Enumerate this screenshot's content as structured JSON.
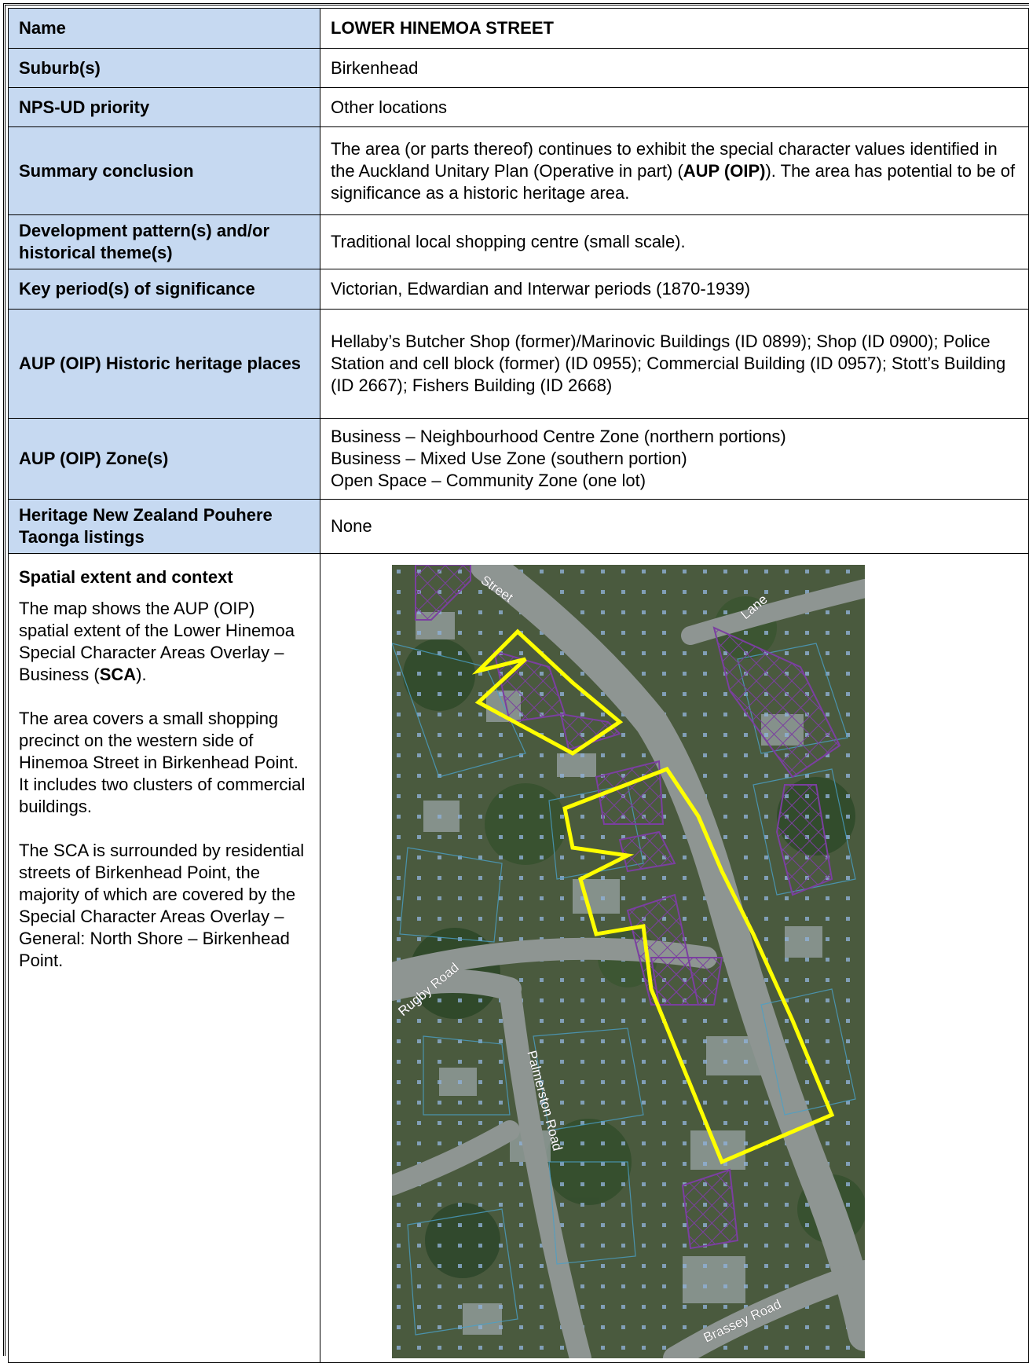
{
  "rows": {
    "name": {
      "label": "Name",
      "value": "LOWER HINEMOA STREET"
    },
    "suburb": {
      "label": "Suburb(s)",
      "value": "Birkenhead"
    },
    "nps": {
      "label": "NPS-UD priority",
      "value": "Other locations"
    },
    "summary": {
      "label": "Summary conclusion",
      "text1": "The area (or parts thereof) continues to exhibit the special character values identified in the Auckland Unitary Plan (Operative in part) (",
      "bold1": "AUP (OIP)",
      "text2": ").  The area has potential to be of significance as a historic heritage area."
    },
    "development": {
      "label": "Development pattern(s) and/or historical theme(s)",
      "value": "Traditional local shopping centre (small scale)."
    },
    "period": {
      "label": "Key period(s) of significance",
      "value": "Victorian, Edwardian and Interwar periods (1870-1939)"
    },
    "heritage": {
      "label": "AUP (OIP) Historic heritage places",
      "value": "Hellaby’s Butcher Shop (former)/Marinovic Buildings (ID 0899); Shop (ID 0900); Police Station and cell block (former) (ID 0955); Commercial Building (ID 0957); Stott’s Building (ID 2667); Fishers Building (ID 2668)"
    },
    "zones": {
      "label": "AUP (OIP) Zone(s)",
      "lines": [
        "Business – Neighbourhood Centre Zone (northern portions)",
        "Business – Mixed Use Zone (southern portion)",
        "Open Space – Community Zone (one lot)"
      ]
    },
    "hnz": {
      "label": "Heritage New Zealand Pouhere Taonga listings",
      "value": "None"
    }
  },
  "context": {
    "heading": "Spatial extent and context",
    "p1_text1": "The map shows the AUP (OIP) spatial extent of the Lower Hinemoa Special Character Areas Overlay – Business (",
    "p1_bold": "SCA",
    "p1_text2": ").",
    "p2": "The area covers a small shopping precinct on the western side of Hinemoa Street in Birkenhead Point. It includes two clusters of commercial buildings.",
    "p3": "The SCA is surrounded by residential streets of Birkenhead Point, the majority of which are covered by the Special Character Areas Overlay – General: North Shore – Birkenhead Point."
  },
  "map": {
    "street_labels": [
      "Rugby Road",
      "Palmerston Road",
      "Brassey Road"
    ],
    "partial_labels": [
      "Street",
      "Lane"
    ],
    "overlay_color": "#ffff00",
    "heritage_color": "#7b3fa0"
  }
}
